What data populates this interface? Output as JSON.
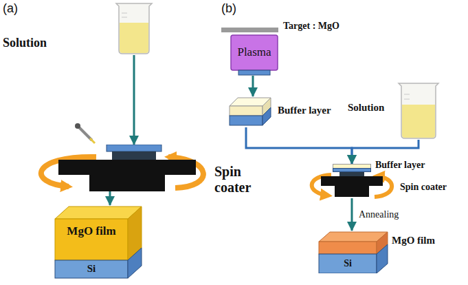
{
  "diagram": {
    "nodes": [
      {
        "text": [
          "Solution"
        ]
      },
      {
        "text": [
          "Spin coater"
        ]
      },
      {
        "text": [
          "MgO film"
        ]
      },
      {
        "text": [
          "Si"
        ],
        "in": 2
      },
      {
        "text": [
          "Target : MgO"
        ]
      },
      {
        "text": [
          "Plasma"
        ]
      },
      {
        "text": [
          "Buffer layer"
        ]
      },
      {
        "text": [
          "Solution"
        ]
      },
      {
        "text": [
          "Spin coater"
        ]
      },
      {
        "text": [
          "Buffer layer"
        ],
        "in": 8
      },
      {
        "text": [
          "MgO film"
        ]
      },
      {
        "text": [
          "Si"
        ],
        "in": 10
      }
    ],
    "edges": [
      {
        "from": 0,
        "to": 1,
        "arrow": "to"
      },
      {
        "from": 1,
        "to": 2,
        "arrow": "to"
      },
      {
        "from": 5,
        "to": 6,
        "arrow": "to"
      },
      {
        "from": 6,
        "to": 8,
        "arrow": "to"
      },
      {
        "from": 7,
        "to": 8,
        "arrow": "to"
      },
      {
        "from": 8,
        "to": 10,
        "label": "Annealing",
        "arrow": "to"
      }
    ],
    "labels": [
      "(a)",
      "(b)"
    ]
  }
}
